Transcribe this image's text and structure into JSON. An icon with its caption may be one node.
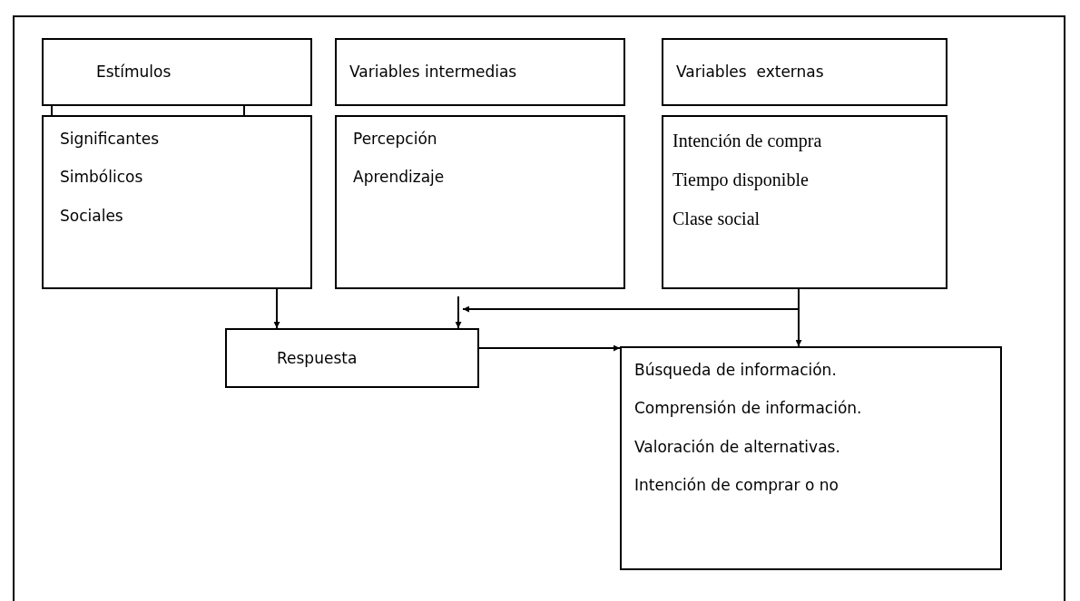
{
  "diagram": {
    "nodes": [
      {
        "text": [
          "Estímulos"
        ]
      },
      {
        "text": [
          "Significantes",
          "Simbólicos",
          "Sociales"
        ]
      },
      {
        "text": [
          "Variables intermedias"
        ]
      },
      {
        "text": [
          "Percepción",
          "Aprendizaje"
        ]
      },
      {
        "text": [
          "Variables  externas"
        ]
      },
      {
        "text": [
          "Intención de compra",
          "Tiempo disponible",
          "Clase social"
        ]
      },
      {
        "text": [
          "Respuesta"
        ]
      },
      {
        "text": [
          "Búsqueda de información.",
          "Comprensión de información.",
          "Valoración de alternativas.",
          "Intención de comprar o no"
        ]
      }
    ],
    "edges": [
      {
        "from": 1,
        "to": 6,
        "arrow": "to"
      },
      {
        "from": 3,
        "to": 6,
        "arrow": "to"
      },
      {
        "from": 5,
        "to": 6,
        "arrow": "to"
      },
      {
        "from": 5,
        "to": 7,
        "arrow": "to"
      },
      {
        "from": 6,
        "to": 7,
        "arrow": "to"
      },
      {
        "from": 0,
        "to": 1,
        "arrow": "none"
      },
      {
        "from": 0,
        "to": 1,
        "arrow": "none"
      }
    ]
  }
}
